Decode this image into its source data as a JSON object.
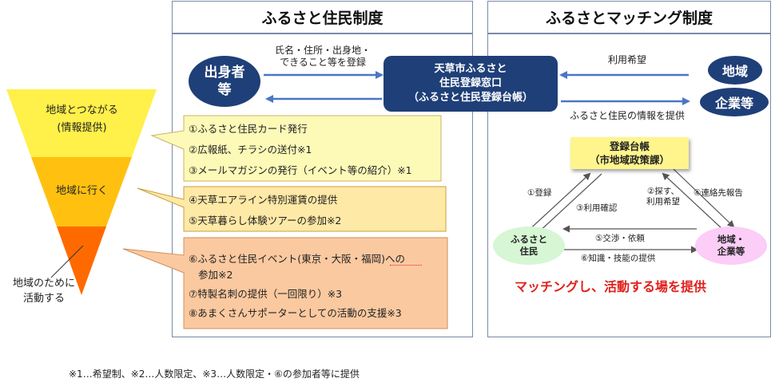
{
  "left_section": {
    "title": "ふるさと住民制度",
    "origin_label_1": "出身者",
    "origin_label_2": "等",
    "register_note_1": "氏名・住所・出身地・",
    "register_note_2": "できること等を登録",
    "items": [
      "①ふるさと住民カード発行",
      "②広報紙、チラシの送付※1",
      "③メールマガジンの発行（イベント等の紹介）※1",
      "④天草エアライン特別運賃の提供",
      "⑤天草暮らし体験ツアーの参加※2",
      "⑥ふるさと住民イベント(東京・大阪・福岡)への",
      "参加※2",
      "⑦特製名刺の提供（一回限り）※3",
      "⑧あまくさんサポーターとしての活動の支援※3"
    ]
  },
  "center_box": {
    "line1": "天草市ふるさと",
    "line2": "住民登録窓口",
    "line3": "（ふるさと住民登録台帳）"
  },
  "right_section": {
    "title": "ふるさとマッチング制度",
    "use_wish": "利用希望",
    "provide_info": "ふるさと住民の情報を提供",
    "region_label": "地域",
    "company_label": "企業等",
    "registry_line1": "登録台帳",
    "registry_line2": "（市地域政策課）",
    "resident_1": "ふるさと",
    "resident_2": "住民",
    "region_co_1": "地域・",
    "region_co_2": "企業等",
    "step1": "①登録",
    "step2": "②探す、",
    "step2b": "利用希望",
    "step3": "③利用確認",
    "step4": "④連絡先報告",
    "step5": "⑤交渉・依頼",
    "step6": "⑥知識・技能の提供",
    "message": "マッチングし、活動する場を提供"
  },
  "funnel": {
    "level1_a": "地域とつながる",
    "level1_b": "(情報提供)",
    "level2": "地域に行く",
    "level3_a": "地域のために",
    "level3_b": "活動する"
  },
  "footnote": "※1…希望制、※2…人数限定、※3…人数限定・⑥の参加者等に提供",
  "colors": {
    "navy": "#1f3f78",
    "arrow_blue": "#4a76c6",
    "yellow_light": "#fdfab8",
    "yellow_mid": "#ffe9a6",
    "orange_light": "#fbc9a0",
    "funnel_yellow": "#fff04a",
    "funnel_amber": "#ffc010",
    "funnel_orange": "#ff6a00",
    "red_message": "#e0201b"
  }
}
